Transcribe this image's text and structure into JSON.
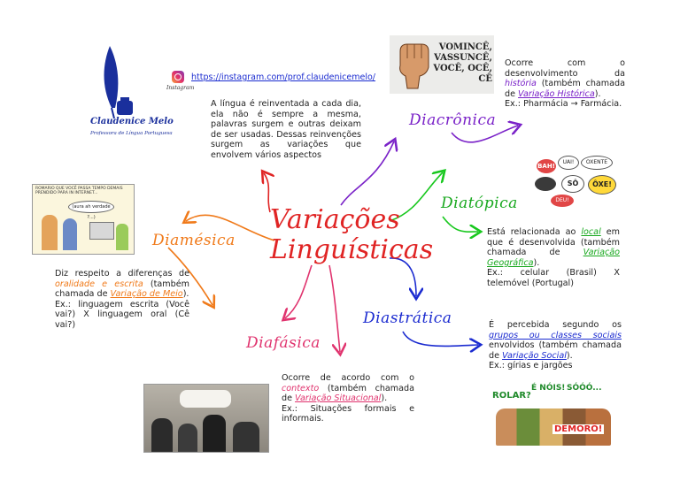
{
  "logo": {
    "name": "Claudenice Melo",
    "subtitle": "Professora de Língua Portuguesa"
  },
  "instagram": {
    "label": "Instagram",
    "url": "https://instagram.com/prof.claudenicemelo/"
  },
  "intro": "A língua é reinventada a cada dia, ela não é sempre a mesma, palavras surgem e outras deixam de ser usadas. Dessas reinvenções surgem as variações que envolvem vários aspectos",
  "title_line1": "Variações",
  "title_line2": "Linguísticas",
  "vomince": {
    "line1": "VOMINCÊ,",
    "line2": "VASSUNCÊ,",
    "line3": "VOCÊ, OCÊ, CÊ"
  },
  "branches": {
    "diacronica": {
      "label": "Diacrônica",
      "t1": "Ocorre com o desenvolvimento da ",
      "hl1": "história",
      "t2": " (também chamada de ",
      "hl2": "Variação Histórica",
      "t3": ").",
      "t4": "Ex.: Pharmácia → Farmácia."
    },
    "diatopica": {
      "label": "Diatópica",
      "t1": "Está relacionada ao ",
      "hl1": "local",
      "t2": " em que é desenvolvida (também chamada de ",
      "hl2": "Variação Geográfica",
      "t3": ").",
      "t4": "Ex.: celular (Brasil) X telemóvel (Portugal)",
      "bubbles": [
        "BAH!",
        "UAI!",
        "OXENTE",
        "ÔXE!",
        "SÔ",
        "DEU!"
      ]
    },
    "diastratica": {
      "label": "Diastrática",
      "t1": "É percebida segundo os ",
      "hl1": "grupos ou classes sociais",
      "t2": " envolvidos (também chamada de ",
      "hl2": "Variação Social",
      "t3": ").",
      "t4": "Ex.: gírias e jargões",
      "comic": [
        "ROLAR?",
        "É NÓIS!",
        "SÓÓÓ...",
        "DEMORÔ!"
      ]
    },
    "diafasica": {
      "label": "Diafásica",
      "t1": "Ocorre de acordo com o ",
      "hl1": "contexto",
      "t2": " (também chamada de ",
      "hl2": "Variação Situacional",
      "t3": ").",
      "t4": "Ex.: Situações formais e informais."
    },
    "diamesica": {
      "label": "Diamésica",
      "t1": "Diz respeito a diferenças de ",
      "hl1": "oralidade e escrita",
      "t2": " (também chamada de ",
      "hl2": "Variação de Meio",
      "t3": ").",
      "t4": "Ex.: linguagem escrita (Você vai?) X linguagem oral (Cê vai?)",
      "comic_caption": "ROMARIO QUE VOCÊ PASSA TEMPO DEMAIS PRENDIDO PARA IN INTERNET...",
      "comic_bubble": "(aura ah verdade ?...)"
    }
  }
}
